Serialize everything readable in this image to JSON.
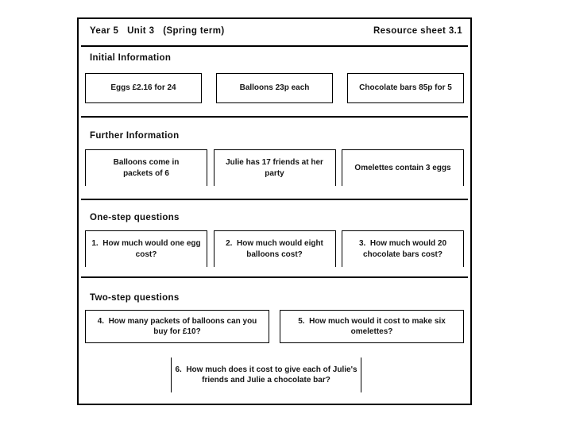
{
  "header": {
    "left": "Year 5   Unit 3   (Spring term)",
    "right": "Resource sheet 3.1"
  },
  "sections": [
    {
      "heading": "Initial Information",
      "boxes": [
        "Eggs £2.16 for 24",
        "Balloons 23p each",
        "Chocolate bars 85p for 5"
      ]
    },
    {
      "heading": "Further Information",
      "boxes": [
        "Balloons come in\npackets of 6",
        "Julie has 17 friends at her\nparty",
        "Omelettes contain 3 eggs"
      ]
    },
    {
      "heading": "One-step questions",
      "boxes": [
        "1.  How much would one egg\ncost?",
        "2.  How much would eight\nballoons cost?",
        "3.  How much would 20\nchocolate bars cost?"
      ]
    },
    {
      "heading": "Two-step questions",
      "boxes": [
        "4.  How many packets of balloons can you\nbuy for £10?",
        "5.  How much would it cost to make six\nomelettes?"
      ],
      "bottom_box": "6.  How much does it cost to give each of Julie's\nfriends and Julie a chocolate bar?"
    }
  ]
}
